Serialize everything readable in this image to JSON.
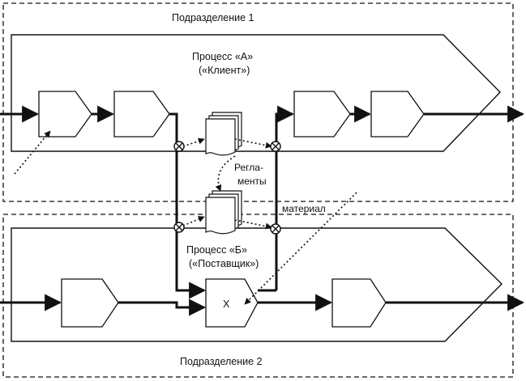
{
  "divisions": [
    {
      "label": "Подразделение 1"
    },
    {
      "label": "Подразделение 2"
    }
  ],
  "process_a": {
    "title_line1": "Процесс «А»",
    "title_line2": "(«Клиент»)"
  },
  "process_b": {
    "title_line1": "Процесс «Б»",
    "title_line2": "(«Поставщик»)",
    "marked_step": "X"
  },
  "regulations": {
    "line1": "Регла-",
    "line2": "менты"
  },
  "material_label": "материал",
  "colors": {
    "ink": "#111111",
    "background": "#ffffff"
  }
}
